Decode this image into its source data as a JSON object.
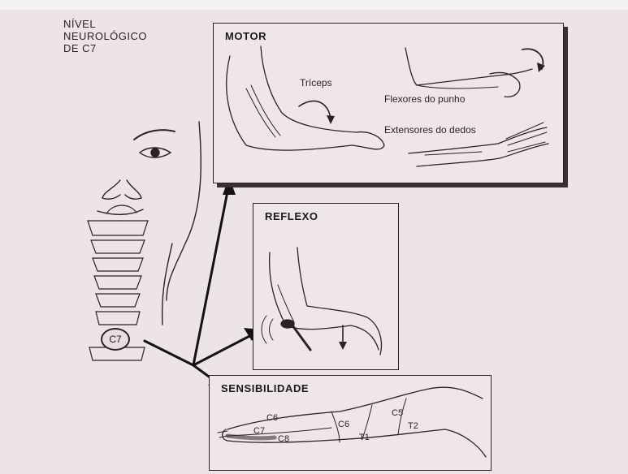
{
  "title": {
    "line1": "NÍVEL",
    "line2": "NEUROLÓGICO",
    "line3": "DE C7"
  },
  "spine_label": "C7",
  "motor": {
    "heading": "MOTOR",
    "triceps": "Tríceps",
    "wrist_flexors": "Flexores do punho",
    "finger_extensors": "Extensores do dedos"
  },
  "reflex": {
    "heading": "REFLEXO"
  },
  "sensation": {
    "heading": "SENSIBILIDADE",
    "dermatomes": [
      "C6",
      "C7",
      "C8",
      "C6",
      "C5",
      "T1",
      "T2"
    ]
  },
  "colors": {
    "background": "#ede4e9",
    "ink": "#2a2226"
  }
}
